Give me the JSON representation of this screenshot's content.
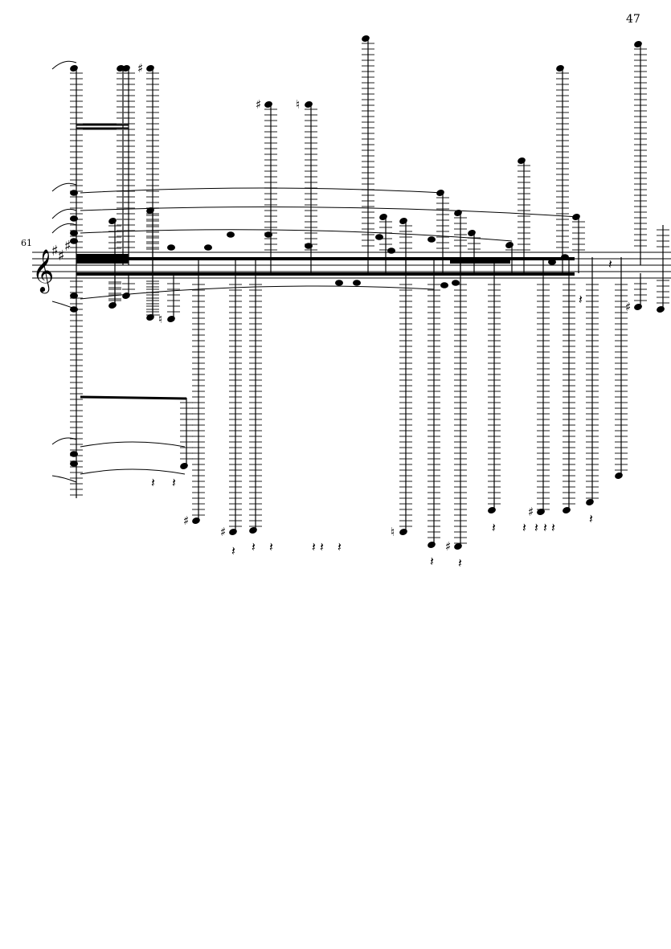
{
  "page": {
    "number": "47"
  },
  "score": {
    "measure_number": "61",
    "clef": "treble-clef",
    "key_signature": "three-sharps"
  },
  "colors": {
    "ink": "#000000",
    "ledger": "#555555"
  }
}
